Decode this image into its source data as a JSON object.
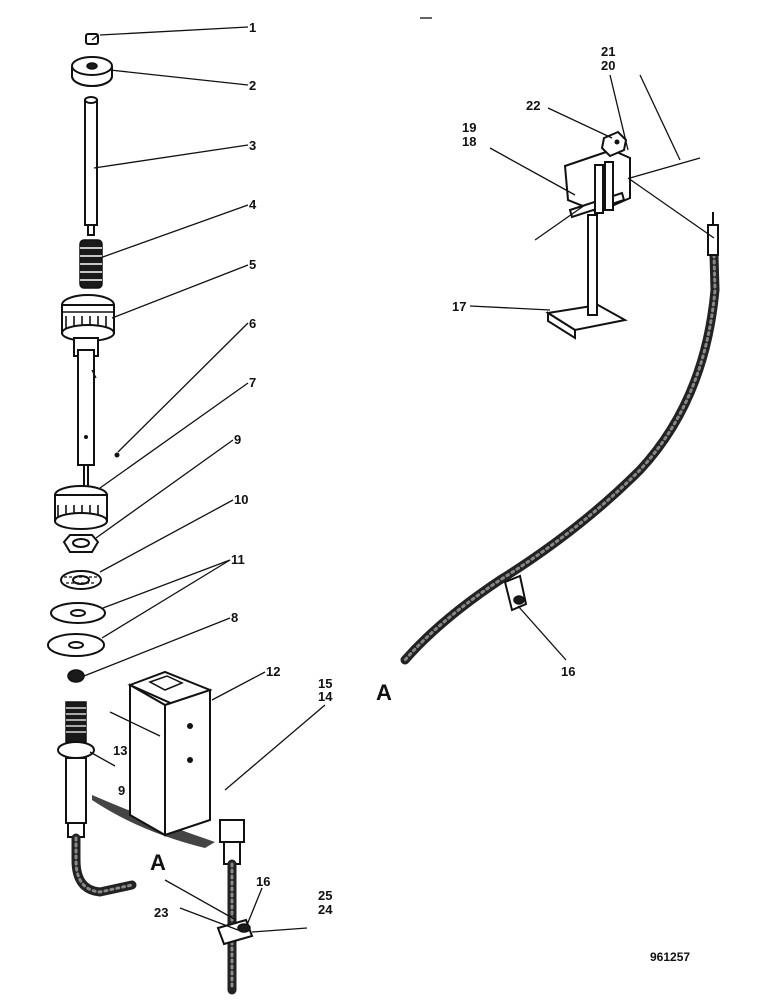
{
  "callouts": {
    "c1": "1",
    "c2": "2",
    "c3": "3",
    "c4": "4",
    "c5": "5",
    "c6": "6",
    "c7": "7",
    "c8": "8",
    "c9a": "9",
    "c9b": "9",
    "c10": "10",
    "c11": "11",
    "c12": "12",
    "c13": "13",
    "c14": "14",
    "c15": "15",
    "c16a": "16",
    "c16b": "16",
    "c17": "17",
    "c18": "18",
    "c19": "19",
    "c20": "20",
    "c21": "21",
    "c22": "22",
    "c23": "23",
    "c24": "24",
    "c25": "25"
  },
  "connection_marks": {
    "left": "A",
    "right": "A"
  },
  "reference_number": "961257"
}
